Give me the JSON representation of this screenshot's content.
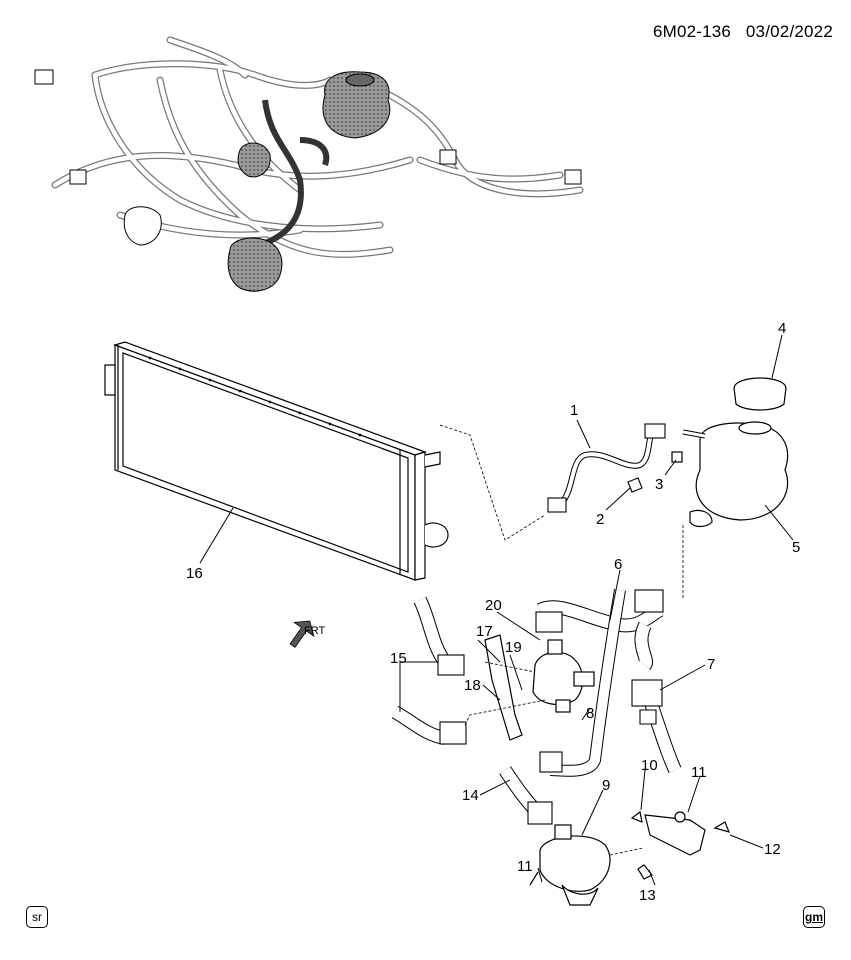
{
  "header": {
    "code": "6M02-136",
    "date": "03/02/2022"
  },
  "front_arrow": {
    "label": "FRT"
  },
  "corner_badges": {
    "left": "sr",
    "right": "gm"
  },
  "callouts": [
    {
      "n": "1"
    },
    {
      "n": "2"
    },
    {
      "n": "3"
    },
    {
      "n": "4"
    },
    {
      "n": "5"
    },
    {
      "n": "6"
    },
    {
      "n": "7"
    },
    {
      "n": "8"
    },
    {
      "n": "9"
    },
    {
      "n": "10"
    },
    {
      "n": "11"
    },
    {
      "n": "11"
    },
    {
      "n": "12"
    },
    {
      "n": "13"
    },
    {
      "n": "14"
    },
    {
      "n": "15"
    },
    {
      "n": "16"
    },
    {
      "n": "17"
    },
    {
      "n": "18"
    },
    {
      "n": "19"
    },
    {
      "n": "20"
    }
  ]
}
